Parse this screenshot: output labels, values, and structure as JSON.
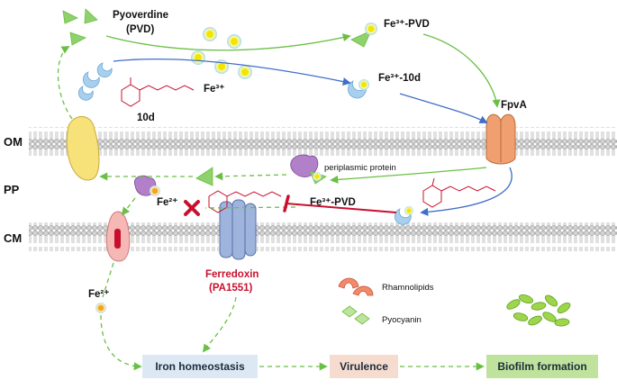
{
  "labels": {
    "pyoverdine": "Pyoverdine",
    "pvd": "(PVD)",
    "fe3_free": "Fe³⁺",
    "compound_10d": "10d",
    "fe3_pvd_top": "Fe³⁺-PVD",
    "fe3_10d": "Fe³⁺-10d",
    "fpva": "FpvA",
    "periplasmic_protein": "periplasmic protein",
    "fe3_pvd_pp": "Fe³⁺-PVD",
    "fe2_pp": "Fe²⁺",
    "fe2_cyto": "Fe²⁺",
    "ferredoxin": "Ferredoxin",
    "pa1551": "(PA1551)",
    "rhamnolipids": "Rhamnolipids",
    "pyocyanin": "Pyocyanin"
  },
  "regions": {
    "om": "OM",
    "pp": "PP",
    "cm": "CM"
  },
  "outcomes": {
    "iron_homeostasis": "Iron homeostasis",
    "virulence": "Virulence",
    "biofilm_formation": "Biofilm formation"
  },
  "colors": {
    "green_arrow": "#6abf45",
    "blue_arrow": "#3f6fc9",
    "red_inhibit": "#c8102e",
    "fe_yellow": "#f2e600",
    "fe_glow": "#a8d8f0",
    "fe2_orange": "#f2a41c",
    "fpva": "#f0a070",
    "ferredoxin": "#9fb4dc",
    "channel_yellow": "#f7e27a",
    "periplasmic": "#b27fc9",
    "transporter_pink": "#f5b8b5",
    "membrane_head": "#cfcfcf",
    "box_iron": "#dce9f5",
    "box_virulence": "#f6dccf",
    "box_biofilm": "#bfe39d"
  }
}
